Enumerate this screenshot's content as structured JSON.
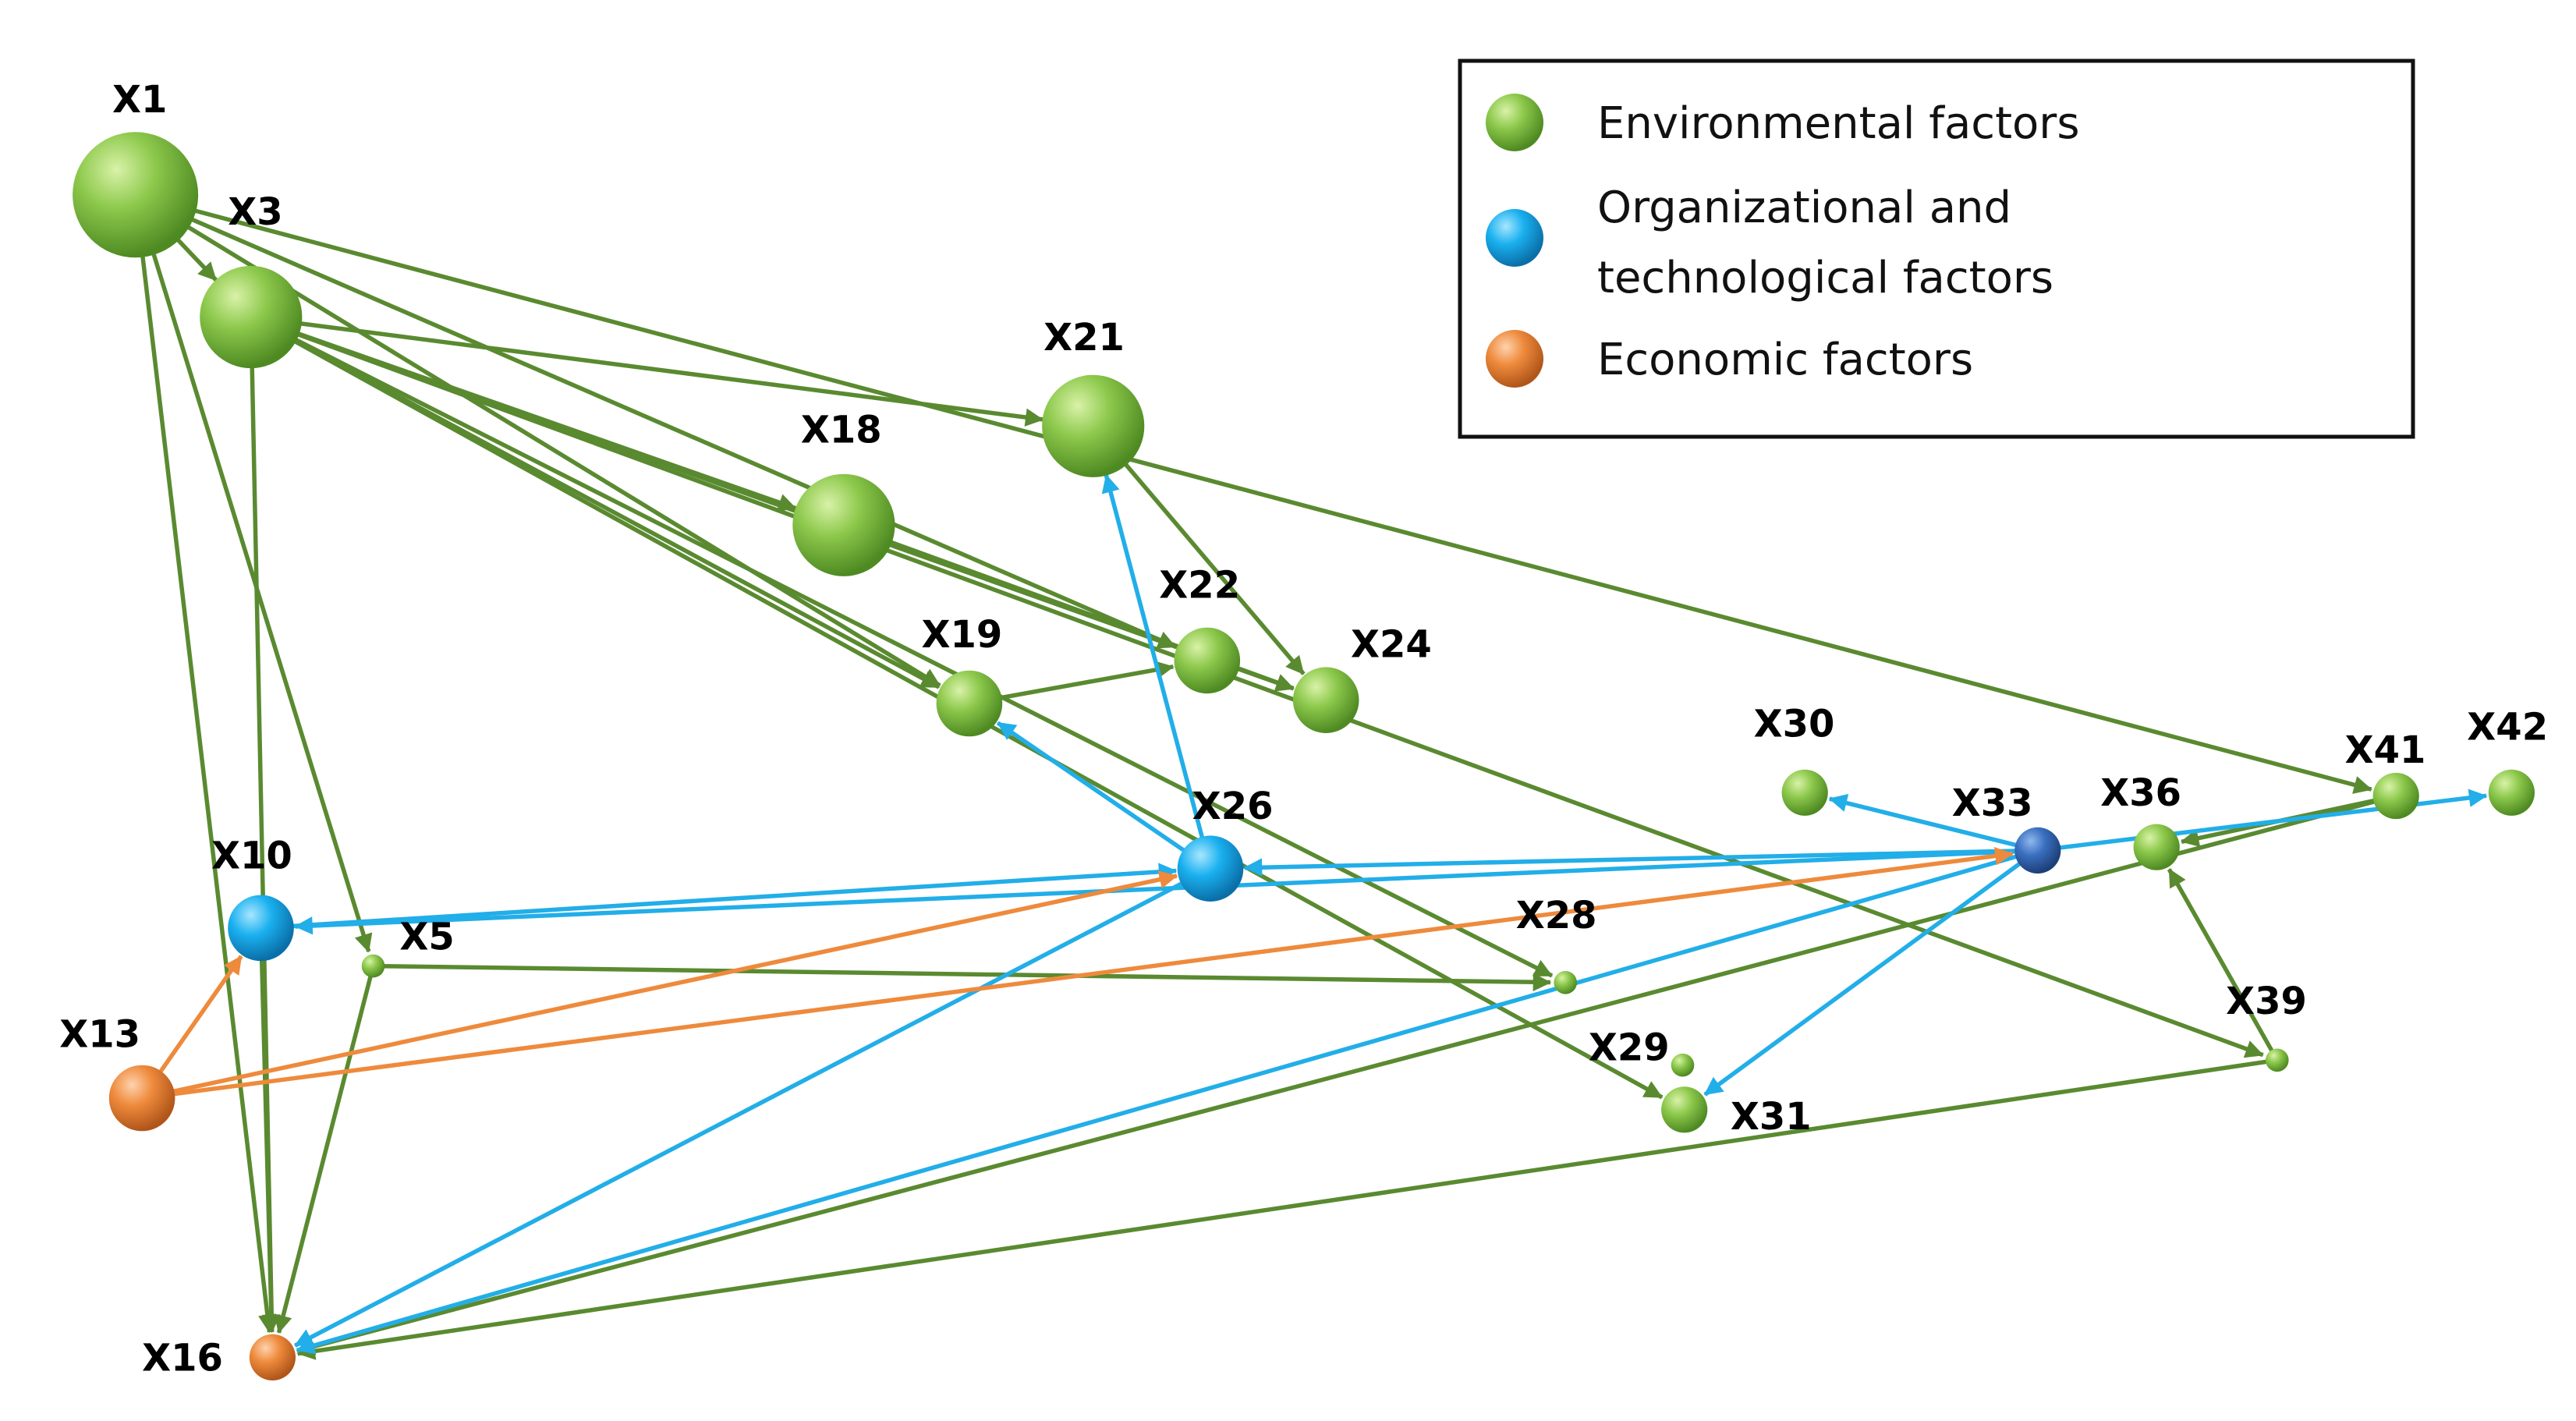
{
  "colors": {
    "environmental": "#7dbd3c",
    "organizational": "#1aa8e6",
    "economic": "#e87a30",
    "edge_green": "#5a8a30",
    "edge_blue": "#22aee8",
    "edge_orange": "#ee8a3c"
  },
  "legend": {
    "items": [
      {
        "category": "environmental",
        "lines": [
          "Environmental factors"
        ]
      },
      {
        "category": "organizational",
        "lines": [
          "Organizational and",
          "technological factors"
        ]
      },
      {
        "category": "economic",
        "lines": [
          "Economic factors"
        ]
      }
    ]
  },
  "nodes": [
    {
      "id": "X1",
      "label": "X1",
      "category": "environmental",
      "size": "largest"
    },
    {
      "id": "X3",
      "label": "X3",
      "category": "environmental",
      "size": "large"
    },
    {
      "id": "X5",
      "label": "X5",
      "category": "environmental",
      "size": "tiny"
    },
    {
      "id": "X10",
      "label": "X10",
      "category": "organizational",
      "size": "medium"
    },
    {
      "id": "X13",
      "label": "X13",
      "category": "economic",
      "size": "medium"
    },
    {
      "id": "X16",
      "label": "X16",
      "category": "economic",
      "size": "small"
    },
    {
      "id": "X18",
      "label": "X18",
      "category": "environmental",
      "size": "large"
    },
    {
      "id": "X19",
      "label": "X19",
      "category": "environmental",
      "size": "medium"
    },
    {
      "id": "X21",
      "label": "X21",
      "category": "environmental",
      "size": "large"
    },
    {
      "id": "X22",
      "label": "X22",
      "category": "environmental",
      "size": "medium"
    },
    {
      "id": "X24",
      "label": "X24",
      "category": "environmental",
      "size": "medium"
    },
    {
      "id": "X26",
      "label": "X26",
      "category": "organizational",
      "size": "medium"
    },
    {
      "id": "X28",
      "label": "X28",
      "category": "environmental",
      "size": "tiny"
    },
    {
      "id": "X29",
      "label": "X29",
      "category": "environmental",
      "size": "tiny"
    },
    {
      "id": "X30",
      "label": "X30",
      "category": "environmental",
      "size": "small"
    },
    {
      "id": "X31",
      "label": "X31",
      "category": "environmental",
      "size": "small"
    },
    {
      "id": "X33",
      "label": "X33",
      "category": "organizational",
      "size": "small"
    },
    {
      "id": "X36",
      "label": "X36",
      "category": "environmental",
      "size": "small"
    },
    {
      "id": "X39",
      "label": "X39",
      "category": "environmental",
      "size": "tiny"
    },
    {
      "id": "X41",
      "label": "X41",
      "category": "environmental",
      "size": "small"
    },
    {
      "id": "X42",
      "label": "X42",
      "category": "environmental",
      "size": "small"
    }
  ],
  "edges": [
    {
      "from": "X1",
      "to": "X3",
      "color": "green"
    },
    {
      "from": "X1",
      "to": "X16",
      "color": "green"
    },
    {
      "from": "X1",
      "to": "X5",
      "color": "green"
    },
    {
      "from": "X1",
      "to": "X19",
      "color": "green"
    },
    {
      "from": "X1",
      "to": "X22",
      "color": "green"
    },
    {
      "from": "X1",
      "to": "X41",
      "color": "green"
    },
    {
      "from": "X3",
      "to": "X16",
      "color": "green"
    },
    {
      "from": "X3",
      "to": "X21",
      "color": "green"
    },
    {
      "from": "X3",
      "to": "X18",
      "color": "green"
    },
    {
      "from": "X3",
      "to": "X19",
      "color": "green"
    },
    {
      "from": "X3",
      "to": "X24",
      "color": "green"
    },
    {
      "from": "X3",
      "to": "X28",
      "color": "green"
    },
    {
      "from": "X3",
      "to": "X31",
      "color": "green"
    },
    {
      "from": "X3",
      "to": "X39",
      "color": "green"
    },
    {
      "from": "X18",
      "to": "X24",
      "color": "green"
    },
    {
      "from": "X19",
      "to": "X22",
      "color": "green"
    },
    {
      "from": "X21",
      "to": "X24",
      "color": "green"
    },
    {
      "from": "X5",
      "to": "X16",
      "color": "green"
    },
    {
      "from": "X5",
      "to": "X28",
      "color": "green"
    },
    {
      "from": "X10",
      "to": "X16",
      "color": "green"
    },
    {
      "from": "X39",
      "to": "X16",
      "color": "green"
    },
    {
      "from": "X39",
      "to": "X36",
      "color": "green"
    },
    {
      "from": "X41",
      "to": "X16",
      "color": "green"
    },
    {
      "from": "X41",
      "to": "X36",
      "color": "green"
    },
    {
      "from": "X26",
      "to": "X21",
      "color": "blue"
    },
    {
      "from": "X26",
      "to": "X19",
      "color": "blue"
    },
    {
      "from": "X26",
      "to": "X16",
      "color": "blue"
    },
    {
      "from": "X33",
      "to": "X26",
      "color": "blue"
    },
    {
      "from": "X33",
      "to": "X10",
      "color": "blue"
    },
    {
      "from": "X33",
      "to": "X30",
      "color": "blue"
    },
    {
      "from": "X33",
      "to": "X31",
      "color": "blue"
    },
    {
      "from": "X33",
      "to": "X42",
      "color": "blue"
    },
    {
      "from": "X33",
      "to": "X16",
      "color": "blue"
    },
    {
      "from": "X10",
      "to": "X26",
      "color": "blue"
    },
    {
      "from": "X13",
      "to": "X10",
      "color": "orange"
    },
    {
      "from": "X13",
      "to": "X26",
      "color": "orange"
    },
    {
      "from": "X13",
      "to": "X33",
      "color": "orange"
    }
  ]
}
